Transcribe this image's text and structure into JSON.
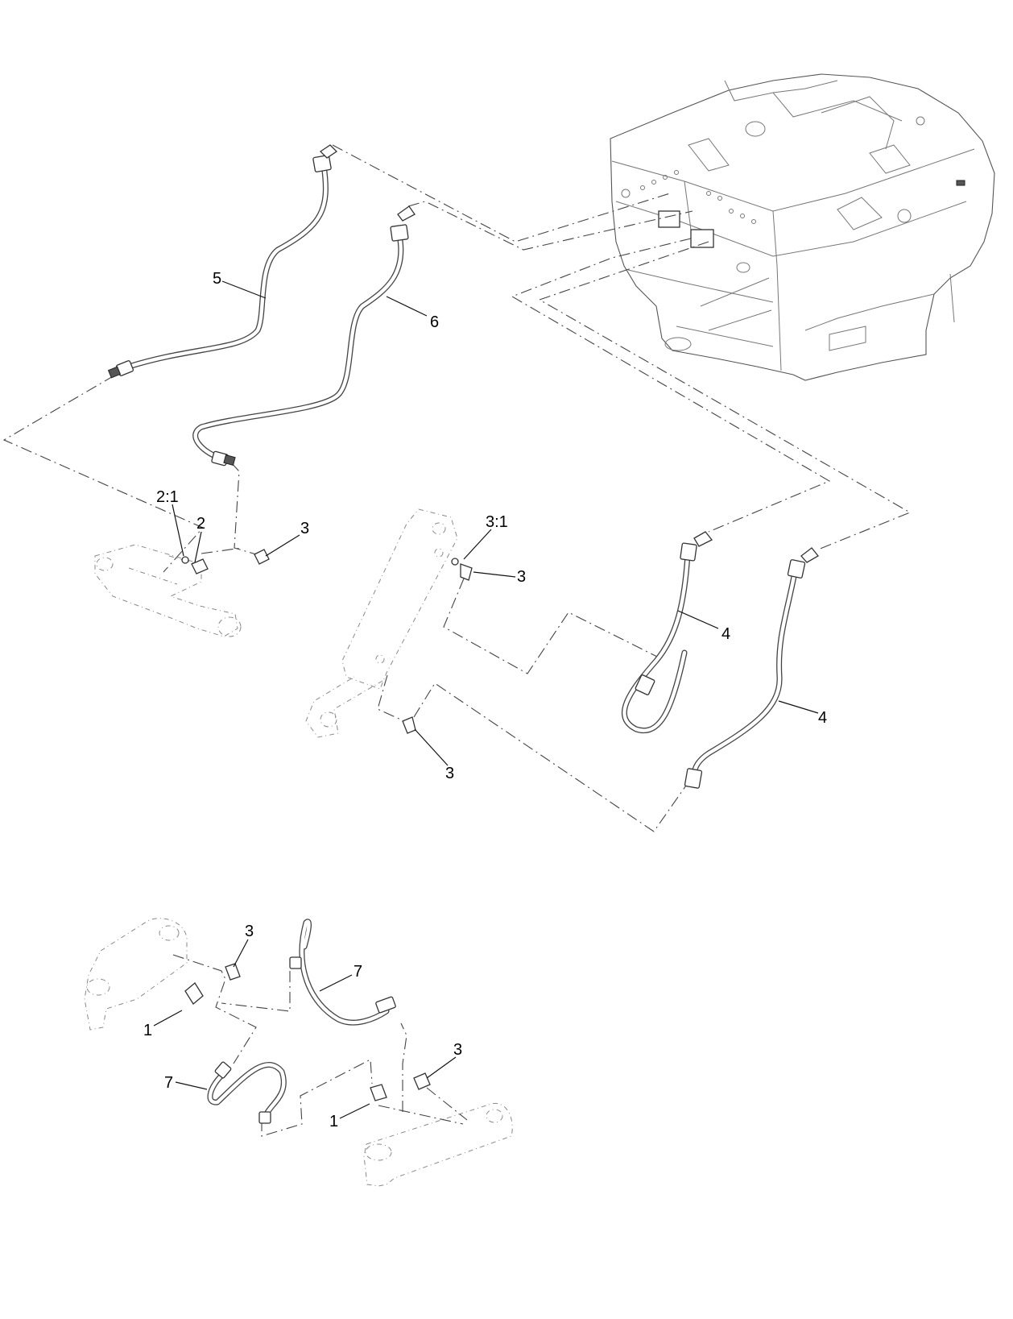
{
  "callouts": {
    "c5": "5",
    "c6": "6",
    "c2_1": "2:1",
    "c2": "2",
    "c3_left": "3",
    "c3_1": "3:1",
    "c3_mid": "3",
    "c4_upper": "4",
    "c4_lower": "4",
    "c3_center": "3",
    "c3_bottom_left": "3",
    "c7_upper": "7",
    "c1_left": "1",
    "c3_bottom_right": "3",
    "c7_lower": "7",
    "c1_right": "1"
  }
}
